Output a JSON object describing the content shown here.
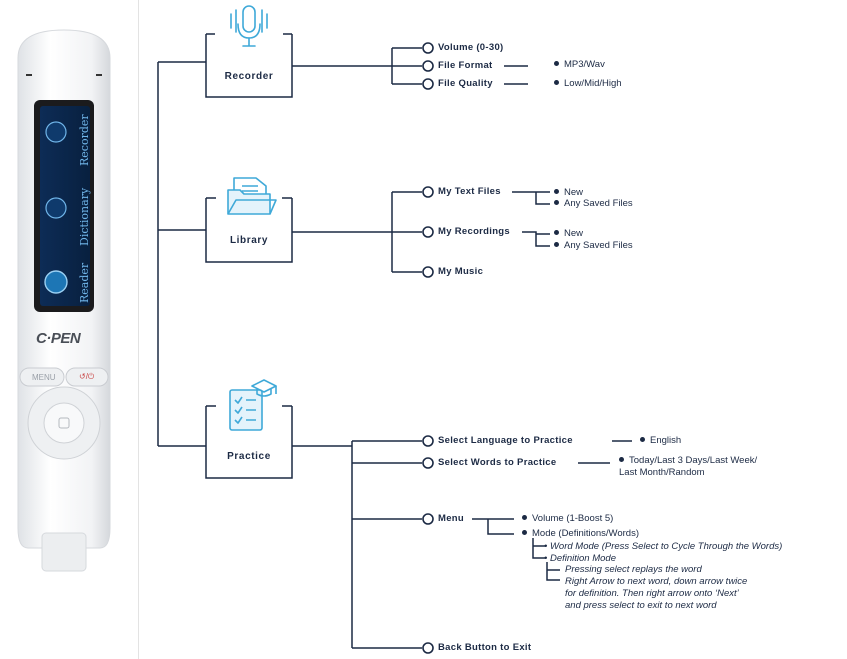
{
  "device": {
    "brand": "C·PEN",
    "screen_items": [
      "Reader",
      "Dictionary",
      "Recorder"
    ],
    "menu_button": "MENU",
    "back_power_button": "↺/⏻"
  },
  "icons": {
    "recorder": "microphone-icon",
    "library": "folder-icon",
    "practice": "checklist-graduation-cap-icon"
  },
  "colors": {
    "line": "#1c2a44",
    "icon": "#3fa9d8",
    "screen_text": "#6fb4e8"
  },
  "categories": {
    "recorder": {
      "title": "Recorder",
      "items": [
        {
          "label": "Volume (0-30)"
        },
        {
          "label": "File Format",
          "leaf": "MP3/Wav"
        },
        {
          "label": "File Quality",
          "leaf": "Low/Mid/High"
        }
      ]
    },
    "library": {
      "title": "Library",
      "items": [
        {
          "label": "My Text Files",
          "leaves": [
            "New",
            "Any Saved Files"
          ]
        },
        {
          "label": "My Recordings",
          "leaves": [
            "New",
            "Any Saved Files"
          ]
        },
        {
          "label": "My Music"
        }
      ]
    },
    "practice": {
      "title": "Practice",
      "items": [
        {
          "label": "Select Language to Practice",
          "leaf": "English"
        },
        {
          "label": "Select Words to Practice",
          "leaf_line1": "Today/Last 3 Days/Last Week/",
          "leaf_line2": "Last Month/Random"
        },
        {
          "label": "Menu",
          "leaves": [
            "Volume (1-Boost 5)",
            "Mode (Definitions/Words)"
          ],
          "modes": [
            "Word Mode (Press Select to Cycle Through the Words)",
            "Definition Mode"
          ],
          "definition_notes": [
            "Pressing select replays the word",
            "Right Arrow to next word, down arrow twice",
            "for definition. Then right arrow onto ‘Next’",
            "and press select to exit to next word"
          ]
        },
        {
          "label": "Back Button to Exit"
        }
      ]
    }
  }
}
